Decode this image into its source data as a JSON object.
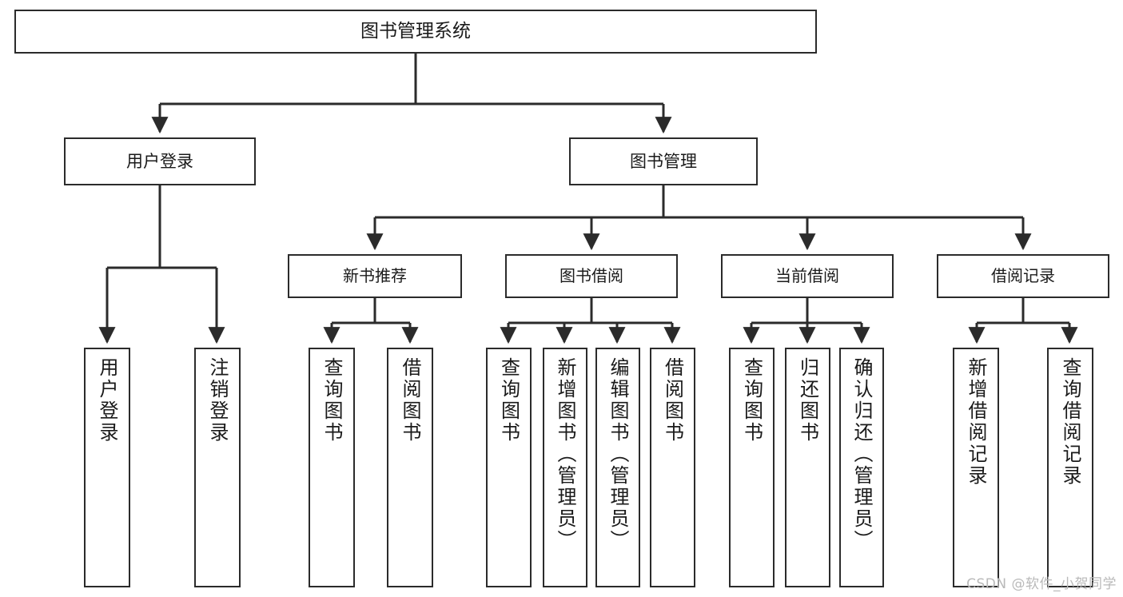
{
  "diagram": {
    "title": "图书管理系统",
    "type": "tree",
    "background_color": "#ffffff",
    "line_color": "#2b2b2b",
    "box_fill": "#ffffff",
    "watermark": "CSDN @软件_小贺同学"
  },
  "nodes": {
    "root": {
      "label": "图书管理系统"
    },
    "level2": [
      {
        "label": "用户登录"
      },
      {
        "label": "图书管理"
      }
    ],
    "level3": [
      {
        "label": "新书推荐"
      },
      {
        "label": "图书借阅"
      },
      {
        "label": "当前借阅"
      },
      {
        "label": "借阅记录"
      }
    ],
    "leaves": [
      {
        "label": "用户登录"
      },
      {
        "label": "注销登录"
      },
      {
        "label": "查询图书"
      },
      {
        "label": "借阅图书"
      },
      {
        "label": "查询图书"
      },
      {
        "label": "新增图书（管理员）"
      },
      {
        "label": "编辑图书（管理员）"
      },
      {
        "label": "借阅图书"
      },
      {
        "label": "查询图书"
      },
      {
        "label": "归还图书"
      },
      {
        "label": "确认归还（管理员）"
      },
      {
        "label": "新增借阅记录"
      },
      {
        "label": "查询借阅记录"
      }
    ]
  },
  "tree_structure": {
    "图书管理系统": [
      "用户登录",
      "图书管理"
    ],
    "用户登录": [
      "用户登录",
      "注销登录"
    ],
    "图书管理": [
      "新书推荐",
      "图书借阅",
      "当前借阅",
      "借阅记录"
    ],
    "新书推荐": [
      "查询图书",
      "借阅图书"
    ],
    "图书借阅": [
      "查询图书",
      "新增图书（管理员）",
      "编辑图书（管理员）",
      "借阅图书"
    ],
    "当前借阅": [
      "查询图书",
      "归还图书",
      "确认归还（管理员）"
    ],
    "借阅记录": [
      "新增借阅记录",
      "查询借阅记录"
    ]
  }
}
